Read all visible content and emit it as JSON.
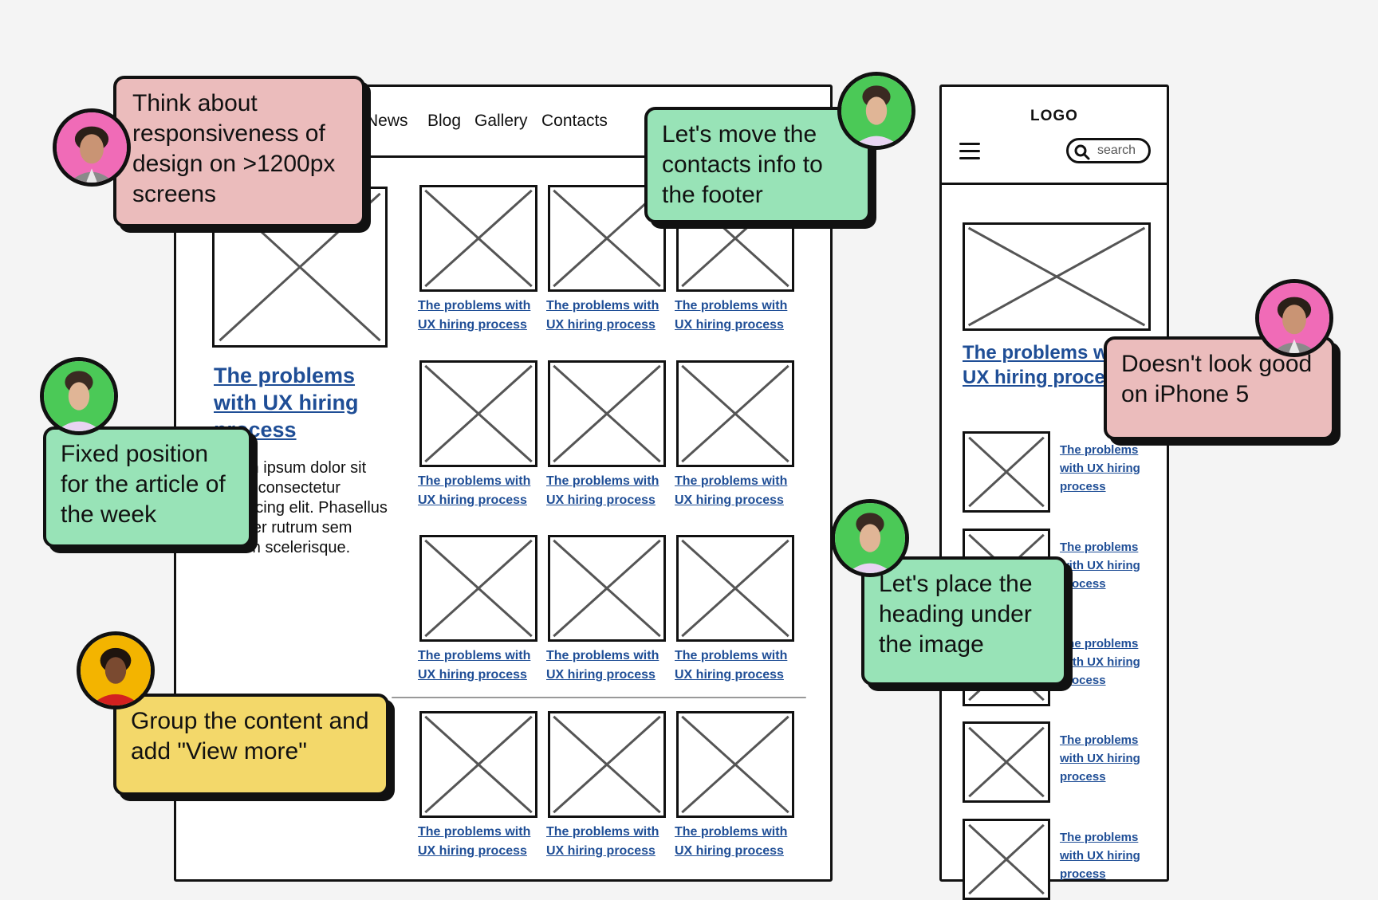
{
  "desktop": {
    "nav": [
      "News",
      "Blog",
      "Gallery",
      "Contacts"
    ],
    "feature": {
      "title": "The problems with UX hiring process",
      "body": "Lorem ipsum dolor sit amet, consectetur adipiscing elit. Phasellus semper rutrum sem dictum scelerisque."
    },
    "card_label": "The problems with\nUX hiring process"
  },
  "mobile": {
    "logo": "LOGO",
    "search_placeholder": "search",
    "featured_title": "The problems with\nUX hiring process",
    "item_label": "The problems\nwith UX hiring\nprocess"
  },
  "comments": [
    {
      "text": "Think about responsiveness of design on >1200px screens",
      "color": "#ebbcbc",
      "avatar": "man-avatar"
    },
    {
      "text": "Let's move the contacts info to the footer",
      "color": "#98e3b7",
      "avatar": "woman-avatar"
    },
    {
      "text": "Fixed position for the article of the week",
      "color": "#98e3b7",
      "avatar": "woman-avatar"
    },
    {
      "text": "Group the content and add \"View more\"",
      "color": "#f3d86a",
      "avatar": "woman-yellow-avatar"
    },
    {
      "text": "Let's place the heading under the image",
      "color": "#98e3b7",
      "avatar": "woman-avatar"
    },
    {
      "text": "Doesn't look good on iPhone 5",
      "color": "#ebbcbc",
      "avatar": "man-avatar"
    }
  ],
  "colors": {
    "link": "#1f4e96",
    "pink": "#ebbcbc",
    "green": "#98e3b7",
    "yellow": "#f3d86a",
    "avatar_pink": "#f06bb7",
    "avatar_green": "#4bc957",
    "avatar_yellow": "#f3b400"
  }
}
